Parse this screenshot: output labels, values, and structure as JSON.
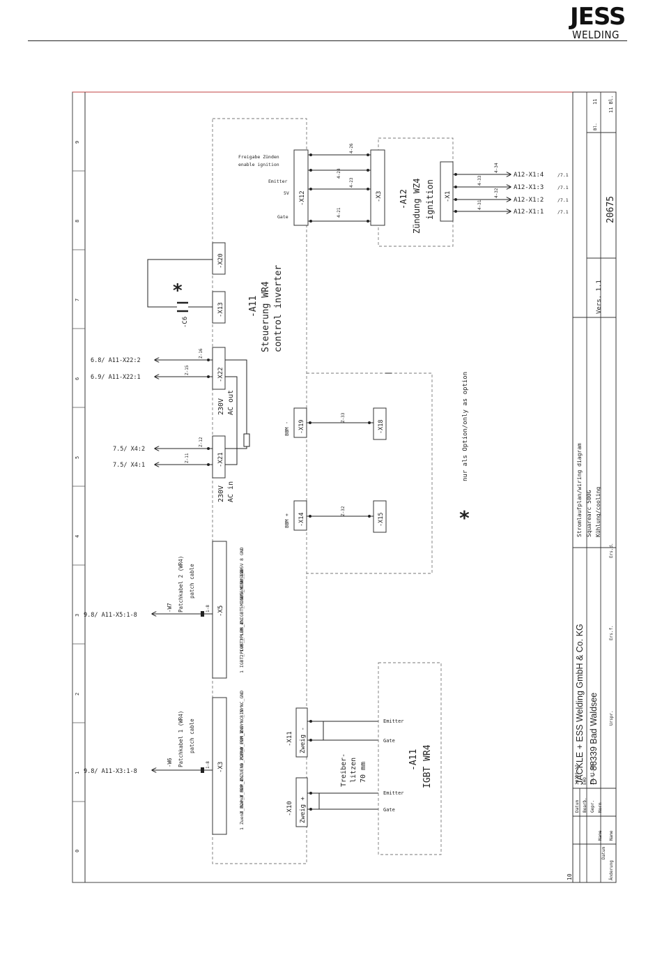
{
  "header": {
    "logo_top": "JESS",
    "logo_bottom": "WELDING"
  },
  "grid_cols": [
    "0",
    "1",
    "2",
    "3",
    "4",
    "5",
    "6",
    "7",
    "8",
    "9"
  ],
  "connectors": {
    "x3": "-X3",
    "x5": "-X5",
    "x10": "-X10",
    "x11": "-X11",
    "x21": "-X21",
    "x22": "-X22",
    "x13": "-X13",
    "x20": "-X20",
    "x14": "-X14",
    "x15": "-X15",
    "x19": "-X19",
    "x18": "-X18",
    "x12": "-X12",
    "x3b": "-X3",
    "x1": "-X1",
    "c6": "-C6"
  },
  "x3_pins": [
    "1 Zuend_M2P_Y",
    "2 Zuend_M2P_Z",
    "3 ERR_IN",
    "4 ZUEND_P2M_Y",
    "5 ZUEND_P2M_Z",
    "6 ERR_GND",
    "7 SYNC_IN",
    "8 SYNC_GND"
  ],
  "x5_pins": [
    "1 IGBT_PLUS_Y",
    "2 IGBT_PLUS_Z",
    "3 LEM_IN",
    "4 IGBT_MINUS_Y",
    "5 IGBT_MINUS_Z",
    "6 LEM_GND",
    "7 +5V",
    "8 GND"
  ],
  "cables": {
    "w6": "-W6",
    "w6_l1": "Patchkabel 1 (WR4)",
    "w6_l2": "patch cable",
    "w7": "-W7",
    "w7_l1": "Patchkabel 2 (WR4)",
    "w7_l2": "patch cable",
    "w_pins": "1-8"
  },
  "refs": {
    "a11x3": "9.8/ A11-X3:1-8",
    "a11x5": "9.8/ A11-X5:1-8",
    "x4_1": "7.5/ X4:1",
    "x4_2": "7.5/ X4:2",
    "a11x22_1": "6.9/ A11-X22:1",
    "a11x22_2": "6.8/ A11-X22:2",
    "a12_1": "A12-X1:1",
    "a12_2": "A12-X1:2",
    "a12_3": "A12-X1:3",
    "a12_4": "A12-X1:4",
    "a12_sheet": "/7.1"
  },
  "wires": {
    "x21a": "Z-11",
    "x21b": "Z-12",
    "x22a": "Z-15",
    "x22b": "Z-16",
    "bbm_p": "Z-32",
    "bbm_m": "Z-33",
    "x12_1": "4-21",
    "x12_3": "4-23",
    "x12_4": "4-24",
    "x12_6": "4-26",
    "x1_1": "4-31",
    "x1_2": "4-32",
    "x1_3": "4-33",
    "x1_4": "4-34"
  },
  "labels": {
    "ac_in_1": "230V",
    "ac_in_2": "AC in",
    "ac_out_1": "230V",
    "ac_out_2": "AC out",
    "a11_ref": "-A11",
    "a11_l1": "Steuerung WR4",
    "a11_l2": "control inverter",
    "a12_ref": "-A12",
    "a12_l1": "Zündung WZ4",
    "a12_l2": "ignition",
    "igbt_ref": "-A11",
    "igbt_l1": "IGBT WR4",
    "bbm_plus": "BBM +",
    "bbm_minus": "BBM -",
    "zweig_plus": "Zweig +",
    "zweig_minus": "Zweig -",
    "treiber_1": "Treiber-",
    "treiber_2": "litzen",
    "treiber_3": "70 mm",
    "emitter": "Emitter",
    "gate": "Gate",
    "freigabe_1": "Freigabe Zünden",
    "freigabe_2": "enable ignition",
    "x12_emitter": "Emitter",
    "x12_5v": "5V",
    "x12_gate": "Gate",
    "option_note": "nur als Option/only as option",
    "asterisk": "*"
  },
  "titleblock": {
    "company_1": "JÄCKLE + ESS Welding GmbH & Co. KG",
    "company_2": "D - 88339 Bad Waldsee",
    "desc_1": "Stromlaufplan/wiring diagram",
    "desc_2": "Squarearc 500G",
    "desc_3": "Kühlung/cooling",
    "version": "Vers. 1.1",
    "drawing_no": "20675",
    "sheet_label": "Bl.",
    "sheet_no": "11",
    "sheet_total": "11 Bl.",
    "datum_lbl": "Datum",
    "datum_val": "30.05.17",
    "bearb_lbl": "Bearb.",
    "bearb_val": "EHO",
    "gepr_lbl": "Gepr.",
    "gepr_val": "25.01.18",
    "name_lbl": "Name",
    "norm_lbl": "Norm",
    "urspr": "Urspr.",
    "ers_f": "Ers.f.",
    "ers_d": "Ers.d.",
    "aend": "Änderung",
    "aend_datum": "Datum",
    "aend_name": "Name",
    "corner": "10"
  }
}
